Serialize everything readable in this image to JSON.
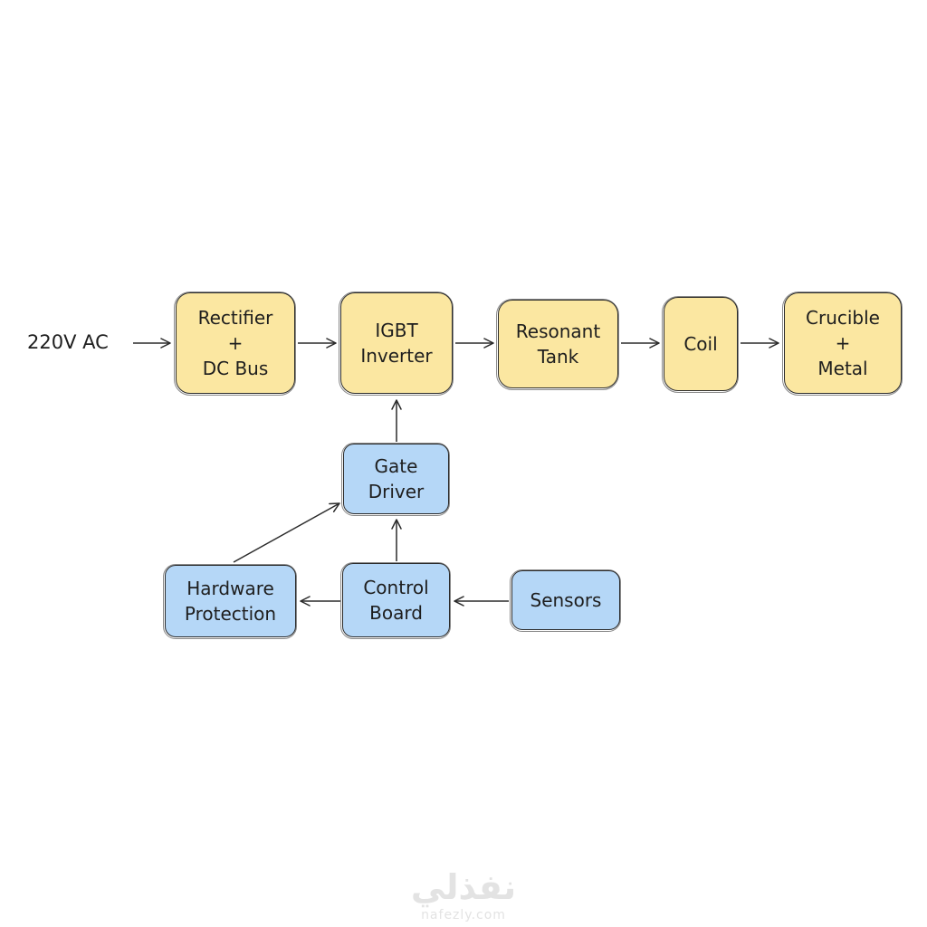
{
  "diagram": {
    "input_label": "220V AC",
    "nodes": {
      "rectifier": {
        "lines": [
          "Rectifier",
          "+",
          "DC Bus"
        ]
      },
      "igbt": {
        "lines": [
          "IGBT",
          "Inverter"
        ]
      },
      "tank": {
        "lines": [
          "Resonant",
          "Tank"
        ]
      },
      "coil": {
        "lines": [
          "Coil"
        ]
      },
      "crucible": {
        "lines": [
          "Crucible",
          "+",
          "Metal"
        ]
      },
      "gate": {
        "lines": [
          "Gate",
          "Driver"
        ]
      },
      "hardware": {
        "lines": [
          "Hardware",
          "Protection"
        ]
      },
      "control": {
        "lines": [
          "Control",
          "Board"
        ]
      },
      "sensors": {
        "lines": [
          "Sensors"
        ]
      }
    },
    "edges": [
      {
        "from": "input",
        "to": "rectifier"
      },
      {
        "from": "rectifier",
        "to": "igbt"
      },
      {
        "from": "igbt",
        "to": "tank"
      },
      {
        "from": "tank",
        "to": "coil"
      },
      {
        "from": "coil",
        "to": "crucible"
      },
      {
        "from": "gate",
        "to": "igbt"
      },
      {
        "from": "control",
        "to": "gate"
      },
      {
        "from": "hardware",
        "to": "gate"
      },
      {
        "from": "control",
        "to": "hardware"
      },
      {
        "from": "sensors",
        "to": "control"
      }
    ]
  },
  "colors": {
    "power_stage_fill": "#fbe7a1",
    "control_stage_fill": "#b5d7f7",
    "stroke": "#2b2b2b"
  },
  "watermark": {
    "arabic": "نفذلي",
    "latin": "nafezly.com"
  }
}
